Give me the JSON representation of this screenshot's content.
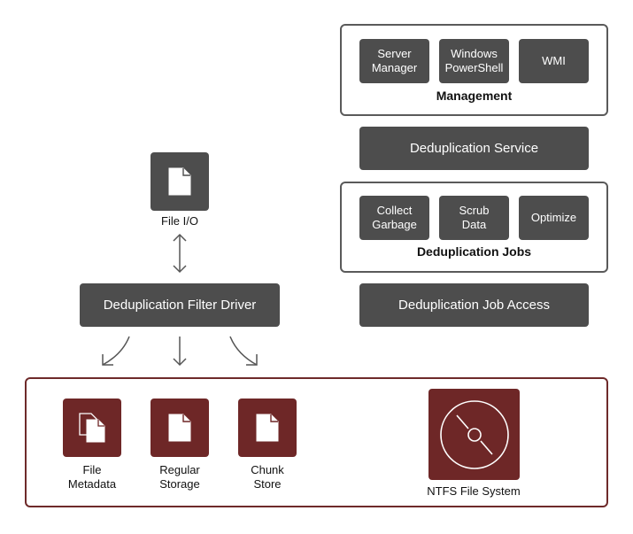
{
  "file_io": {
    "label": "File I/O",
    "icon": "file-icon"
  },
  "filter_driver": {
    "label": "Deduplication Filter Driver"
  },
  "management": {
    "title": "Management",
    "items": [
      "Server\nManager",
      "Windows\nPowerShell",
      "WMI"
    ]
  },
  "dedup_service": {
    "label": "Deduplication Service"
  },
  "dedup_jobs": {
    "title": "Deduplication Jobs",
    "items": [
      "Collect\nGarbage",
      "Scrub\nData",
      "Optimize"
    ]
  },
  "job_access": {
    "label": "Deduplication Job Access"
  },
  "storage": {
    "items": [
      {
        "label": "File\nMetadata",
        "icon": "files-icon"
      },
      {
        "label": "Regular\nStorage",
        "icon": "file-icon"
      },
      {
        "label": "Chunk\nStore",
        "icon": "file-icon"
      }
    ],
    "ntfs": {
      "label": "NTFS File System",
      "icon": "disk-icon"
    }
  },
  "colors": {
    "dark_box": "#4d4d4d",
    "maroon": "#6e2727",
    "outline": "#5a5a5a"
  }
}
